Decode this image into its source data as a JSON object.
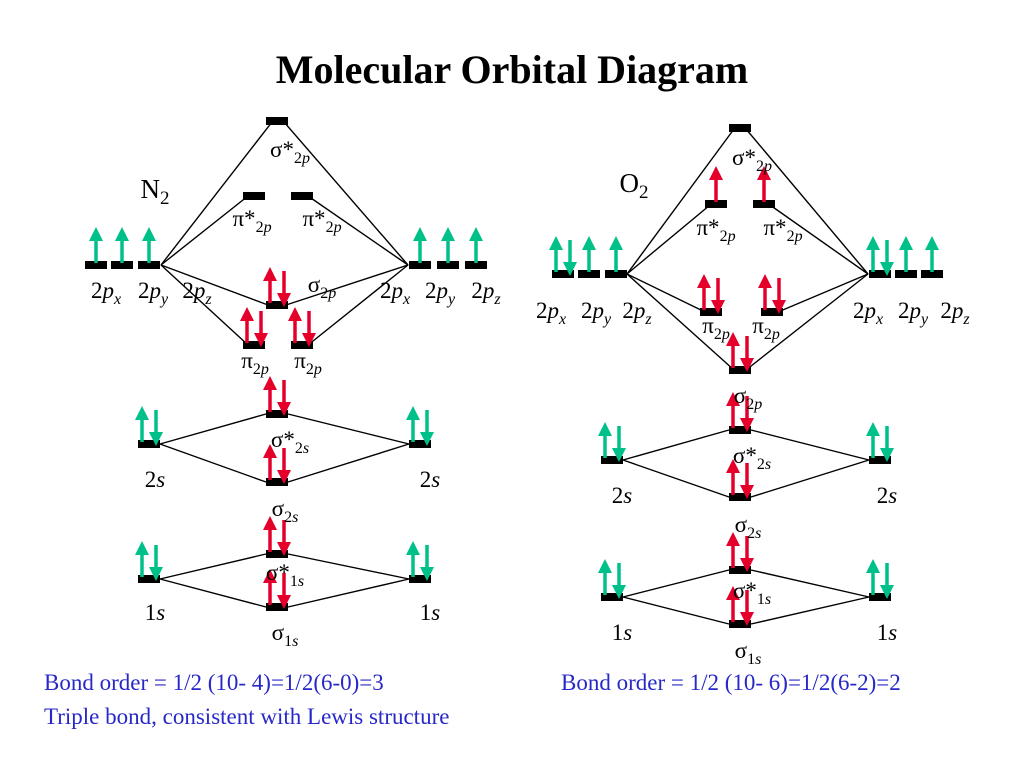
{
  "title": "Molecular Orbital Diagram",
  "colors": {
    "spin_up": "#00c08a",
    "spin_paired": "#e4002b",
    "bond_text": "#2828c8",
    "line": "#000000"
  },
  "n2": {
    "label": {
      "base": "N",
      "sub": "2"
    },
    "left_2p": {
      "labels": [
        {
          "base": "2",
          "it": "p",
          "sub": "x"
        },
        {
          "base": "2",
          "it": "p",
          "sub": "y"
        },
        {
          "base": "2",
          "it": "p",
          "sub": "z"
        }
      ],
      "electrons": [
        "up",
        "up",
        "up"
      ]
    },
    "right_2p": {
      "labels": [
        {
          "base": "2",
          "it": "p",
          "sub": "x"
        },
        {
          "base": "2",
          "it": "p",
          "sub": "y"
        },
        {
          "base": "2",
          "it": "p",
          "sub": "z"
        }
      ],
      "electrons": [
        "up",
        "up",
        "up"
      ]
    },
    "sigma_star_2p": {
      "label": {
        "base": "σ*",
        "sub": "2p"
      },
      "electrons": "none"
    },
    "pi_star_2p": [
      {
        "label": {
          "base": "π*",
          "sub": "2p"
        },
        "electrons": "none"
      },
      {
        "label": {
          "base": "π*",
          "sub": "2p"
        },
        "electrons": "none"
      }
    ],
    "sigma_2p": {
      "label": {
        "base": "σ",
        "sub": "2p"
      },
      "electrons": "paired"
    },
    "pi_2p": [
      {
        "label": {
          "base": "π",
          "sub": "2p"
        },
        "electrons": "paired"
      },
      {
        "label": {
          "base": "π",
          "sub": "2p"
        },
        "electrons": "paired"
      }
    ],
    "atomic_2s": {
      "label": "2s",
      "electrons": "paired"
    },
    "sigma_star_2s": {
      "label": {
        "base": "σ*",
        "sub": "2s"
      },
      "electrons": "paired"
    },
    "sigma_2s": {
      "label": {
        "base": "σ",
        "sub": "2s"
      },
      "electrons": "paired"
    },
    "atomic_1s": {
      "label": "1s",
      "electrons": "paired"
    },
    "sigma_star_1s": {
      "label": {
        "base": "σ*",
        "sub": "1s"
      },
      "electrons": "paired"
    },
    "sigma_1s": {
      "label": {
        "base": "σ",
        "sub": "1s"
      },
      "electrons": "paired"
    },
    "bond_order": "Bond order = 1/2 (10- 4)=1/2(6-0)=3",
    "note": "Triple bond, consistent with Lewis structure"
  },
  "o2": {
    "label": {
      "base": "O",
      "sub": "2"
    },
    "left_2p": {
      "labels": [
        {
          "base": "2",
          "it": "p",
          "sub": "x"
        },
        {
          "base": "2",
          "it": "p",
          "sub": "y"
        },
        {
          "base": "2",
          "it": "p",
          "sub": "z"
        }
      ],
      "electrons": [
        "paired",
        "up",
        "up"
      ]
    },
    "right_2p": {
      "labels": [
        {
          "base": "2",
          "it": "p",
          "sub": "x"
        },
        {
          "base": "2",
          "it": "p",
          "sub": "y"
        },
        {
          "base": "2",
          "it": "p",
          "sub": "z"
        }
      ],
      "electrons": [
        "paired",
        "up",
        "up"
      ]
    },
    "sigma_star_2p": {
      "label": {
        "base": "σ*",
        "sub": "2p"
      },
      "electrons": "none"
    },
    "pi_star_2p": [
      {
        "label": {
          "base": "π*",
          "sub": "2p"
        },
        "electrons": "up"
      },
      {
        "label": {
          "base": "π*",
          "sub": "2p"
        },
        "electrons": "up"
      }
    ],
    "pi_2p": [
      {
        "label": {
          "base": "π",
          "sub": "2p"
        },
        "electrons": "paired"
      },
      {
        "label": {
          "base": "π",
          "sub": "2p"
        },
        "electrons": "paired"
      }
    ],
    "sigma_2p": {
      "label": {
        "base": "σ",
        "sub": "2p"
      },
      "electrons": "paired"
    },
    "atomic_2s": {
      "label": "2s",
      "electrons": "paired"
    },
    "sigma_star_2s": {
      "label": {
        "base": "σ*",
        "sub": "2s"
      },
      "electrons": "paired"
    },
    "sigma_2s": {
      "label": {
        "base": "σ",
        "sub": "2s"
      },
      "electrons": "paired"
    },
    "atomic_1s": {
      "label": "1s",
      "electrons": "paired"
    },
    "sigma_star_1s": {
      "label": {
        "base": "σ*",
        "sub": "1s"
      },
      "electrons": "paired"
    },
    "sigma_1s": {
      "label": {
        "base": "σ",
        "sub": "1s"
      },
      "electrons": "paired"
    },
    "bond_order": "Bond order = 1/2 (10- 6)=1/2(6-2)=2"
  }
}
